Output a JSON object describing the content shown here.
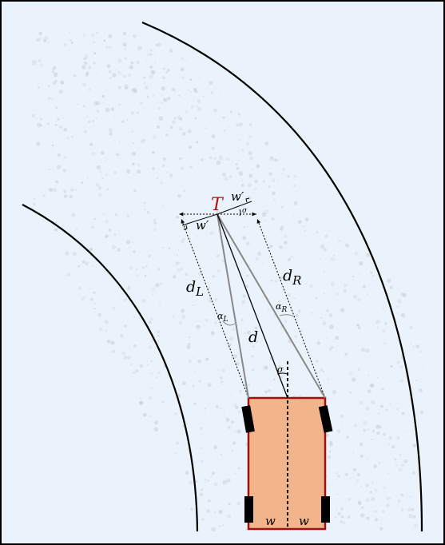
{
  "colors": {
    "background": "#eaf3fc",
    "frame": "#000000",
    "road_edge": "#000000",
    "car_fill": "#f2b48a",
    "car_outline": "#a01010",
    "wheel": "#000000",
    "target": "#b01010",
    "ray_gray": "#888888",
    "speckle": "#c9cdd2"
  },
  "labels": {
    "target": "T",
    "d_left": "d",
    "d_left_sub": "L",
    "d_right": "d",
    "d_right_sub": "R",
    "d_center": "d",
    "alpha_left": "α",
    "alpha_left_sub": "L",
    "alpha_right": "α",
    "alpha_right_sub": "R",
    "sigma_top": "σ",
    "sigma_car": "σ",
    "w_prime_left": "w′",
    "w_prime_right": "w′",
    "w_left": "w",
    "w_right": "w"
  }
}
